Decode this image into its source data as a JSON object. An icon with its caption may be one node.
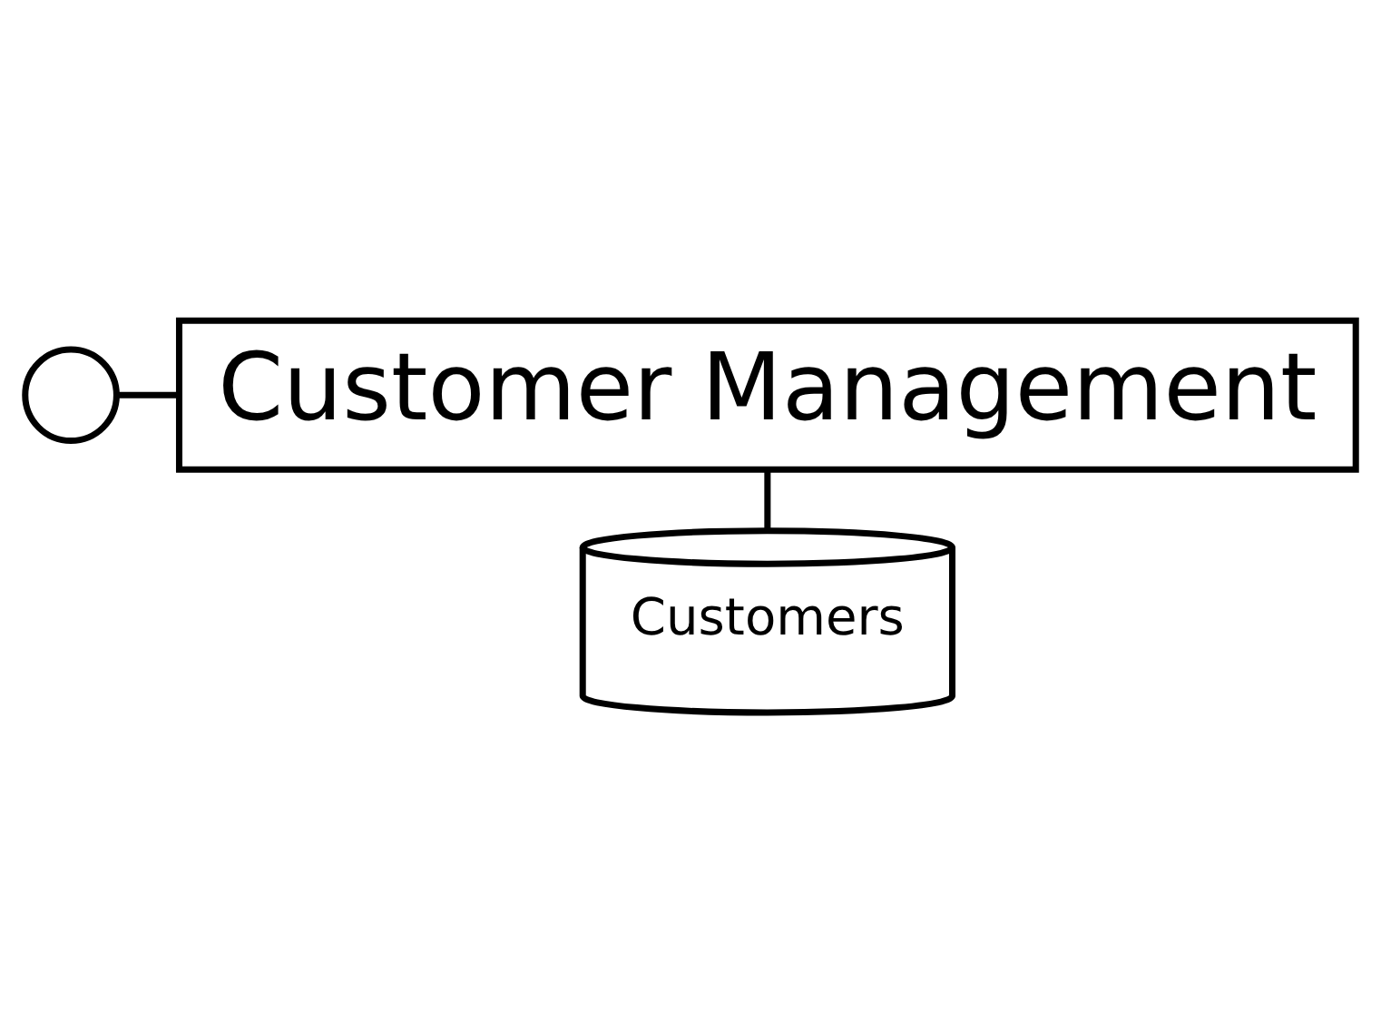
{
  "diagram": {
    "nodes": [
      {
        "text": [],
        "shape": "circle"
      },
      {
        "text": [
          "Customer Management"
        ]
      },
      {
        "text": [
          "Customers"
        ]
      }
    ],
    "edges": [
      {
        "from": 0,
        "to": 1,
        "arrow": "none"
      },
      {
        "from": 1,
        "to": 2,
        "arrow": "none"
      }
    ]
  }
}
